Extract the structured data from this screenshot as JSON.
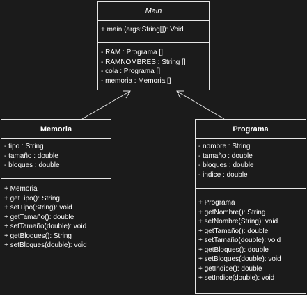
{
  "main": {
    "name": "Main",
    "methods": [
      "+ main (args:String[]): Void"
    ],
    "attributes": [
      "- RAM : Programa []",
      "- RAMNOMBRES : String []",
      "- cola : Programa []",
      "- memoria : Memoria []"
    ]
  },
  "memoria": {
    "name": "Memoria",
    "attributes": [
      "- tipo : String",
      "- tamaño : double",
      "- bloques : double"
    ],
    "methods": [
      "+ Memoria",
      "+ getTipo(): String",
      "+ setTipo(String): void",
      "+ getTamaño(): double",
      "+ setTamaño(double): void",
      "+ getBloques(): String",
      "+ setBloques(double): void"
    ]
  },
  "programa": {
    "name": "Programa",
    "attributes": [
      "- nombre : String",
      "- tamaño : double",
      "- bloques : double",
      "- indice : double"
    ],
    "methods": [
      "+ Programa",
      "+ getNombre(): String",
      "+ setNombre(String): void",
      "+ getTamaño(): double",
      "+ setTamaño(double): void",
      "+ getBloques(): double",
      "+ setBloques(double): void",
      "+ getIndice(): double",
      "+ setIndice(double): void"
    ]
  },
  "colors": {
    "background": "#1b1b1b",
    "line": "#e6e6e6",
    "text": "#ffffff"
  }
}
